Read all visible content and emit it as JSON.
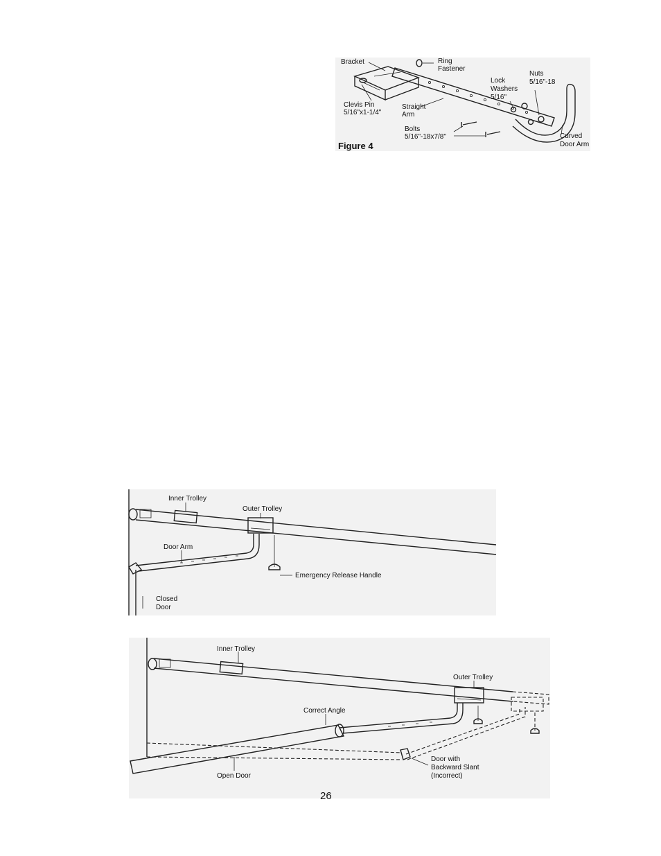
{
  "figure4": {
    "caption": "Figure 4",
    "labels": {
      "bracket": "Bracket",
      "ring_fastener_1": "Ring",
      "ring_fastener_2": "Fastener",
      "clevis_pin_1": "Clevis Pin",
      "clevis_pin_2": "5/16\"x1-1/4\"",
      "straight_arm_1": "Straight",
      "straight_arm_2": "Arm",
      "lock_washers_1": "Lock",
      "lock_washers_2": "Washers",
      "lock_washers_3": "5/16\"",
      "nuts_1": "Nuts",
      "nuts_2": "5/16\"-18",
      "bolts_1": "Bolts",
      "bolts_2": "5/16\"-18x7/8\"",
      "curved_arm_1": "Curved",
      "curved_arm_2": "Door Arm"
    }
  },
  "closed_diagram": {
    "inner_trolley": "Inner Trolley",
    "outer_trolley": "Outer Trolley",
    "door_arm": "Door Arm",
    "emergency_release": "Emergency Release Handle",
    "closed_door_1": "Closed",
    "closed_door_2": "Door"
  },
  "open_diagram": {
    "inner_trolley": "Inner Trolley",
    "outer_trolley": "Outer Trolley",
    "correct_angle": "Correct Angle",
    "open_door": "Open Door",
    "backward_1": "Door with",
    "backward_2": "Backward Slant",
    "backward_3": "(Incorrect)"
  },
  "page_number": "26"
}
